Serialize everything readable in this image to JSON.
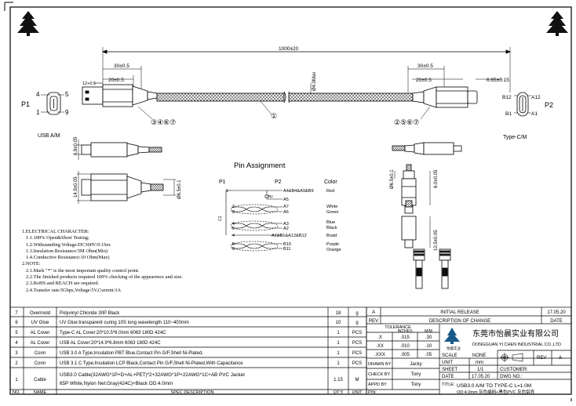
{
  "drawing": {
    "overall_length": "1000±20",
    "left_dim_outer": "30±0.5",
    "left_dim_inner": "20±0.5",
    "left_dim_small": "12+0.5",
    "right_dim_outer": "30±0.5",
    "right_dim_inner": "20±0.5",
    "right_dim_small": "6.65±0.15",
    "cable_od": "Ø4.0Max",
    "dim_plug_height": "6.8±0.05",
    "dim_housing_height": "14.9±0.05",
    "dim_boot_dia": "Ø6.5±0.1",
    "dim_c_boot_dia": "Ø6.5±0.1",
    "dim_c_housing": "6.0±0.05",
    "dim_c_length": "10.5±0.05",
    "callout_left": "③④⑥⑦",
    "callout_cable": "①",
    "callout_right": "②⑤⑥⑦",
    "p1_label": "P1",
    "p2_label": "P2",
    "usb_a_label": "USB A/M",
    "type_c_label": "Type-C/M",
    "a_pin_4": "4",
    "a_pin_5": "5",
    "a_pin_1": "1",
    "a_pin_9": "9",
    "c_pin_b12": "B12",
    "c_pin_a12": "A12",
    "c_pin_b1": "B1",
    "c_pin_a1": "A1"
  },
  "pin_assignment": {
    "title": "Pin Assignment",
    "col_p1": "P1",
    "col_p2": "P2",
    "col_color": "Color",
    "shield_label": "C1",
    "rp_label": "Rp",
    "rows": [
      {
        "p1": "1",
        "p2": "A4&B4&A9&B9",
        "color": "Red"
      },
      {
        "p1": "",
        "p2": "A5",
        "color": ""
      },
      {
        "p1": "2",
        "p2": "A7",
        "color": "White"
      },
      {
        "p1": "3",
        "p2": "A6",
        "color": "Green"
      },
      {
        "p1": "4",
        "p2": "A3",
        "color": "Blue"
      },
      {
        "p1": "5",
        "p2": "A2",
        "color": "Black"
      },
      {
        "p1": "4",
        "p2": "A1&B1&A12&B12",
        "color": "Braid"
      },
      {
        "p1": "8",
        "p2": "B10",
        "color": "Purple"
      },
      {
        "p1": "9",
        "p2": "B11",
        "color": "Orange"
      }
    ]
  },
  "notes": [
    "1.ELECTRICAL CHARACTER:",
    "1.1.100% Open&Short Testing;",
    "1.2.Withstanding Voltage:DC300V/0.1Sec",
    "1.3.Insulation Resistance:5M Ohm(Min)",
    "1.4.Conductive Resistance:10 Ohm(Max)",
    "2.NOTE:",
    "2.1.Mark \"*\" is the most important quality control point.",
    "2.2.The finished products required 100% checking of the appearence and size.",
    "2.3.RoHS and REACH are required.",
    "2.4.Transfer rate:5Gbps,Voltage:5V,Current:3A"
  ],
  "bom": {
    "headers": [
      "NO.",
      "NAME",
      "SPEC DESCRIPTION",
      "QT'Y",
      "UNIT"
    ],
    "rows": [
      {
        "no": "7",
        "name": "Overmold",
        "spec": "Polyvinyl Chloride 30P Black",
        "qty": "18",
        "unit": "g"
      },
      {
        "no": "6",
        "name": "UV Glue",
        "spec": "UV Glue:transparent curing 10S long wavelength 110~400mm",
        "qty": "10",
        "unit": "g"
      },
      {
        "no": "5",
        "name": "AL Cover",
        "spec": "Type-C AL Cover:20*10.5*6.0mm 6063 180D 424C",
        "qty": "1",
        "unit": "PCS"
      },
      {
        "no": "4",
        "name": "AL Cover",
        "spec": "USB AL Cover:20*14.9*6.8mm 6063 180D 424C",
        "qty": "1",
        "unit": "PCS"
      },
      {
        "no": "3",
        "name": "Conn",
        "spec": "USB 3.0 A Type,Insulation PBT Blue,Contact Pin G/F,Shell Ni-Plated,",
        "qty": "1",
        "unit": "PCS"
      },
      {
        "no": "2",
        "name": "Conn",
        "spec": "USB 3.1 C Type,Insulation LCP Black,Contact Pin G/F,Shell Ni-Plated,With Capacitance",
        "qty": "1",
        "unit": "PCS"
      },
      {
        "no": "1",
        "name": "Cable",
        "spec1": "USB3.0 Cable(32AWG*1P+D+AL+PET)*2+32AWG*1P+22AWG*1C+AB PVC Jacket",
        "spec2": "65P White,Nylon Net:Gray(424C)+Black OD:4.0mm",
        "qty": "1.15",
        "unit": "M"
      }
    ]
  },
  "title_block": {
    "rev_letter": "A",
    "initial_release": "INITIAL RELEASE",
    "release_date": "17.05.20",
    "rev_hdr": "REV",
    "desc_change_hdr": "DESCRIPTION OF CHANGE",
    "date_hdr": "DATE",
    "tolerance_hdr": "TOLERANCE",
    "inches_hdr": "INCHES",
    "mm_hdr": "M/M",
    "tolerances": [
      {
        "label": ".X",
        "inches": ".015",
        "mm": ".30"
      },
      {
        "label": ".XX",
        "inches": ".010",
        "mm": ".10"
      },
      {
        "label": ".XXX",
        "inches": ".005",
        "mm": ".05"
      }
    ],
    "company_cn": "东莞市怡晨实业有限公司",
    "company_en": "DONGGUAN YI CHEN INDUSTRIAL CO.,LTD",
    "logo_text": "怡晨实业",
    "scale_lbl": "SCALE",
    "scale_val": "NONE",
    "unit_lbl": "UNIT",
    "unit_val": "mm",
    "sheet_lbl": "SHEET",
    "sheet_val": "1/1",
    "date_lbl": "DATE",
    "date_val": "17.05.20",
    "rev_lbl": "REV",
    "rev_val": "A",
    "customer_lbl": "CUSTOMER:",
    "dwg_lbl": "DWG NO.:",
    "drawn_lbl": "DRAWN BY",
    "drawn_val": "Jacky",
    "check_lbl": "CHECK BY",
    "check_val": "Tony",
    "appd_lbl": "APPD BY",
    "appd_val": "Tony",
    "pn_lbl": "P/N:",
    "title_lbl": "TITLE:",
    "title_1": "USB3.0 A/M TO TYPE-C L=1.0M",
    "title_2": "OD:4.0mm 灰色编网+黑色PVC 灰色铝壳"
  }
}
